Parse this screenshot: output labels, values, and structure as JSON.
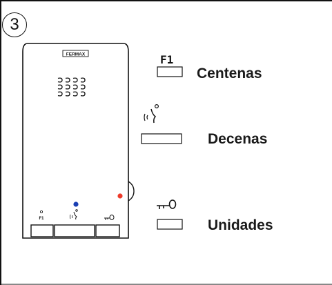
{
  "step_number": "3",
  "device": {
    "brand": "FERMAX",
    "buttons": [
      {
        "name": "f1",
        "glyph": "F1"
      },
      {
        "name": "talk",
        "glyph": "talk"
      },
      {
        "name": "door",
        "glyph": "key"
      }
    ],
    "led_colors": {
      "blue": "#1a3fb3",
      "red": "#ee3b2b"
    }
  },
  "legend": {
    "f1_key_label": "F1",
    "centenas": "Centenas",
    "decenas": "Decenas",
    "unidades": "Unidades"
  }
}
